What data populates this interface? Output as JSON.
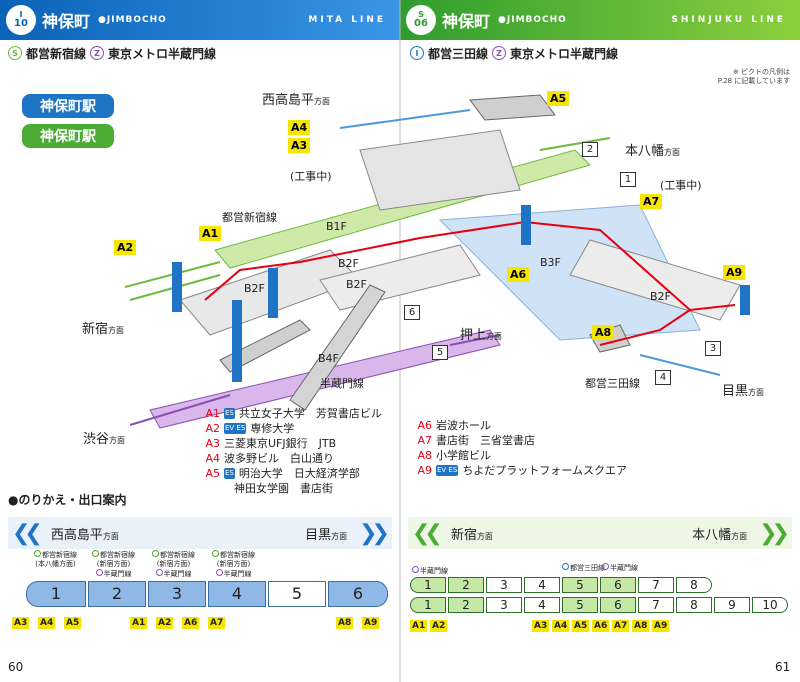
{
  "left_header": {
    "badge_letter": "I",
    "badge_num": "10",
    "station": "神保町",
    "romaji": "●JIMBOCHO",
    "line": "MITA LINE",
    "color": "#0b63b8"
  },
  "right_header": {
    "badge_letter": "S",
    "badge_num": "06",
    "station": "神保町",
    "romaji": "●JIMBOCHO",
    "line": "SHINJUKU LINE",
    "color": "#2f9d2f"
  },
  "left_transfer": {
    "s_circle": "S",
    "s_text": "都営新宿線",
    "z_circle": "Z",
    "z_text": "東京メトロ半蔵門線"
  },
  "right_transfer": {
    "i_circle": "I",
    "i_text": "都営三田線",
    "z_circle": "Z",
    "z_text": "東京メトロ半蔵門線"
  },
  "note": [
    "※ ピクトの凡例は",
    "P.28 に記載しています"
  ],
  "pills": {
    "mita": "神保町駅",
    "shinjuku": "神保町駅"
  },
  "exits": {
    "a1": "A1",
    "a2": "A2",
    "a3": "A3",
    "a4": "A4",
    "a5": "A5",
    "a6": "A6",
    "a7": "A7",
    "a8": "A8",
    "a9": "A9"
  },
  "directions": {
    "nishitakashimadaira": "西高島平",
    "motoyawata": "本八幡",
    "shinjuku": "新宿",
    "oshiage": "押上",
    "shibuya": "渋谷",
    "meguro": "目黒",
    "suffix": "方面"
  },
  "floors": {
    "b1f": "B1F",
    "b2f_left": "B2F",
    "b2f_mid": "B2F",
    "b2f_center": "B2F",
    "b3f": "B3F",
    "b4f": "B4F",
    "b2f_right": "B2F"
  },
  "line_labels": {
    "shinjuku_line": "都営新宿線",
    "hanzomon_line": "半蔵門線",
    "mita_line": "都営三田線"
  },
  "construction": {
    "left": "(工事中)",
    "right": "(工事中)"
  },
  "platform_numbers": {
    "p1": "1",
    "p2": "2",
    "p3": "3",
    "p4": "4",
    "p5": "5",
    "p6": "6"
  },
  "legend_left": [
    {
      "code": "A1",
      "es": "ES",
      "text": "共立女子大学　芳賀書店ビル"
    },
    {
      "code": "A2",
      "es": "EV ES",
      "text": "専修大学"
    },
    {
      "code": "A3",
      "es": "",
      "text": "三菱東京UFJ銀行　JTB"
    },
    {
      "code": "A4",
      "es": "",
      "text": "波多野ビル　白山通り"
    },
    {
      "code": "A5",
      "es": "ES",
      "text": "明治大学　日大経済学部"
    },
    {
      "code": "",
      "es": "",
      "text": "神田女学園　書店街"
    }
  ],
  "legend_right": [
    {
      "code": "A6",
      "es": "",
      "text": "岩波ホール"
    },
    {
      "code": "A7",
      "es": "",
      "text": "書店街　三省堂書店"
    },
    {
      "code": "A8",
      "es": "",
      "text": "小学館ビル"
    },
    {
      "code": "A9",
      "es": "EV ES",
      "text": "ちよだプラットフォームスクエア"
    }
  ],
  "section_title": "●のりかえ・出口案内",
  "left_train": {
    "from": "西高島平",
    "to": "目黒",
    "suffix": "方面",
    "cars": [
      "1",
      "2",
      "3",
      "4",
      "5",
      "6"
    ],
    "pins": [
      {
        "t": "都営新宿線",
        "s": "(本八幡方面)",
        "t2": ""
      },
      {
        "t": "都営新宿線",
        "s": "(新宿方面)",
        "t2": "半蔵門線"
      },
      {
        "t": "都営新宿線",
        "s": "(新宿方面)",
        "t2": "半蔵門線"
      },
      {
        "t": "都営新宿線",
        "s": "(新宿方面)",
        "t2": "半蔵門線"
      }
    ],
    "exits_a": [
      "A3",
      "A4",
      "A5"
    ],
    "exits_b": [
      "A1",
      "A2",
      "A6",
      "A7"
    ],
    "exits_c": [
      "A8",
      "A9"
    ]
  },
  "right_train": {
    "from": "新宿",
    "to": "本八幡",
    "suffix": "方面",
    "pin_left": "半蔵門線",
    "pin_mita": "都営三田線",
    "pin_hz": "半蔵門線",
    "row1": [
      "1",
      "2",
      "3",
      "4",
      "5",
      "6",
      "7",
      "8"
    ],
    "row2": [
      "1",
      "2",
      "3",
      "4",
      "5",
      "6",
      "7",
      "8",
      "9",
      "10"
    ],
    "exits_a": [
      "A1",
      "A2"
    ],
    "exits_b": [
      "A3",
      "A4",
      "A5",
      "A6",
      "A7",
      "A8",
      "A9"
    ]
  },
  "pages": {
    "left": "60",
    "right": "61"
  }
}
